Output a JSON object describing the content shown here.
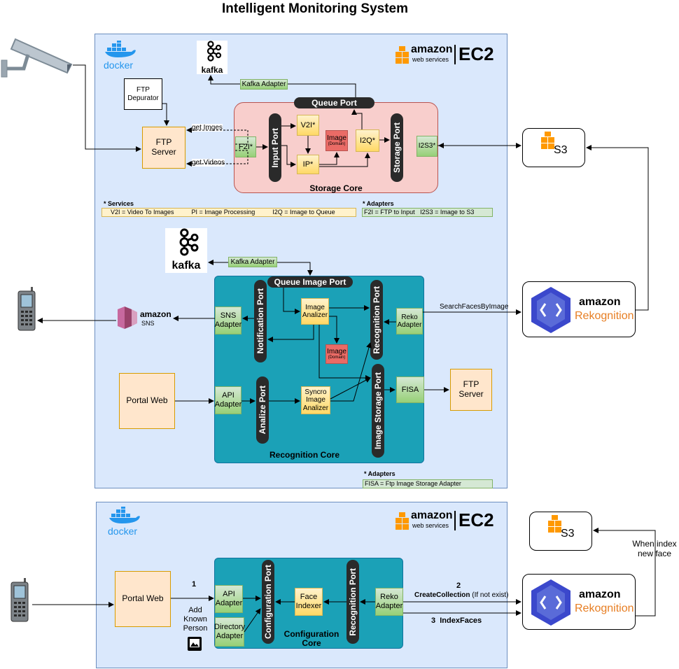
{
  "title": "Intelligent Monitoring System",
  "logos": {
    "docker": "docker",
    "kafka": "kafka",
    "amazon": "amazon",
    "web_services": "web services",
    "ec2": "EC2",
    "s3": "S3",
    "rekognition": "Rekognition",
    "sns": "SNS",
    "amazon_sns": "amazon"
  },
  "top": {
    "ftp_depurator": "FTP\nDepurator",
    "ftp_server": "FTP\nServer",
    "get_images": "get Imges",
    "get_videos": "get Videos",
    "kafka_adapter": "Kafka Adapter",
    "queue_port": "Queue Port",
    "input_port": "Input Port",
    "storage_port": "Storage Port",
    "f2i": "F2I*",
    "v2i": "V2I*",
    "ip": "IP*",
    "image_domain": "Image",
    "domain": "(Domain)",
    "i2q": "I2Q*",
    "i2s3": "I2S3*",
    "storage_core": "Storage  Core",
    "services_title": "* Services",
    "services_text": "V2I = Video To Images          PI = Image Processing          I2Q = Image to Queue",
    "adapters_title": "* Adapters",
    "adapters_text": "F2I = FTP to Input   I2S3 = Image to S3"
  },
  "middle": {
    "kafka_adapter": "Kafka Adapter",
    "queue_image_port": "Queue Image Port",
    "notification_port": "Notification Port",
    "recognition_port": "Recognition Port",
    "image_storage_port": "Image Storage Port",
    "analize_port": "Analize Port",
    "sns_adapter": "SNS\nAdapter",
    "image_analizer": "Image\nAnalizer",
    "image_domain": "Image",
    "domain": "(Domain)",
    "reko_adapter": "Reko\nAdapter",
    "api_adapter": "API\nAdapter",
    "syncro": "Syncro\nImage\nAnalizer",
    "fisa": "FISA",
    "ftp_server": "FTP\nServer",
    "portal_web": "Portal Web",
    "recognition_core": "Recognition Core",
    "search_faces": "SearchFacesByImage",
    "adapters_title": "* Adapters",
    "adapters_text": "FISA = Ftp Image Storage Adapter"
  },
  "bottom": {
    "portal_web": "Portal Web",
    "step1": "1",
    "add_known": "Add\nKnown\nPerson",
    "api_adapter": "API\nAdapter",
    "directory_adapter": "Directory\nAdapter",
    "configuration_port": "Configuration Port",
    "face_indexer": "Face\nIndexer",
    "recognition_port": "Recognition Port",
    "reko_adapter": "Reko\nAdapter",
    "configuration_core": "Configuration\nCore",
    "step2": "2",
    "create_collection": "CreateCollection",
    "if_not_exist": "(If not exist)",
    "step3": "3",
    "index_faces": "IndexFaces",
    "when_index": "When index\nnew face"
  }
}
